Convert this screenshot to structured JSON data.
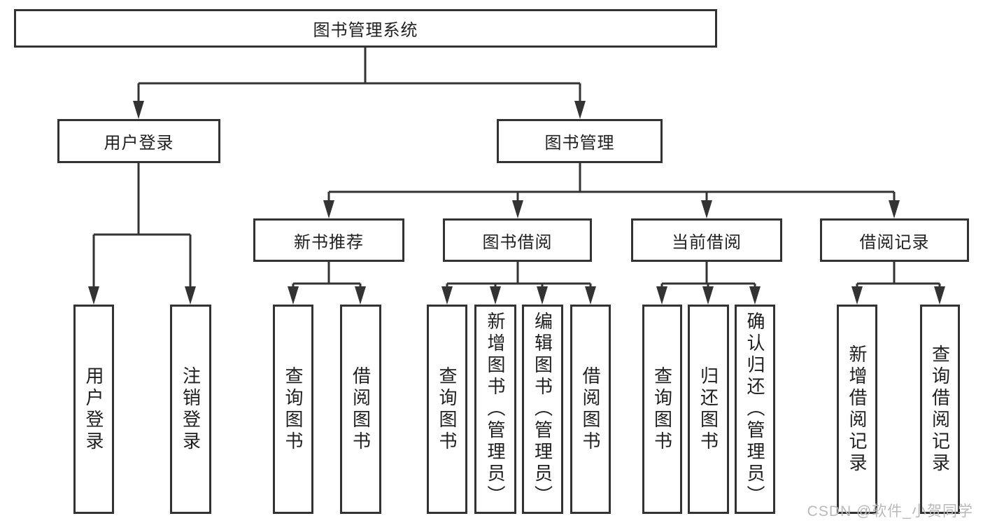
{
  "title": "图书管理系统",
  "tree": {
    "label": "图书管理系统",
    "children": [
      {
        "label": "用户登录",
        "children": [
          {
            "label": "用户登录"
          },
          {
            "label": "注销登录"
          }
        ]
      },
      {
        "label": "图书管理",
        "children": [
          {
            "label": "新书推荐",
            "children": [
              {
                "label": "查询图书"
              },
              {
                "label": "借阅图书"
              }
            ]
          },
          {
            "label": "图书借阅",
            "children": [
              {
                "label": "查询图书"
              },
              {
                "label": "新增图书（管理员）"
              },
              {
                "label": "编辑图书（管理员）"
              },
              {
                "label": "借阅图书"
              }
            ]
          },
          {
            "label": "当前借阅",
            "children": [
              {
                "label": "查询图书"
              },
              {
                "label": "归还图书"
              },
              {
                "label": "确认归还（管理员）"
              }
            ]
          },
          {
            "label": "借阅记录",
            "children": [
              {
                "label": "新增借阅记录"
              },
              {
                "label": "查询借阅记录"
              }
            ]
          }
        ]
      }
    ]
  },
  "watermark": "CSDN @软件_小贺同学",
  "colors": {
    "line": "#333333",
    "text": "#1f1f1f",
    "box_background": "#ffffff",
    "watermark": "#b9b9b9",
    "background": "#ffffff"
  }
}
